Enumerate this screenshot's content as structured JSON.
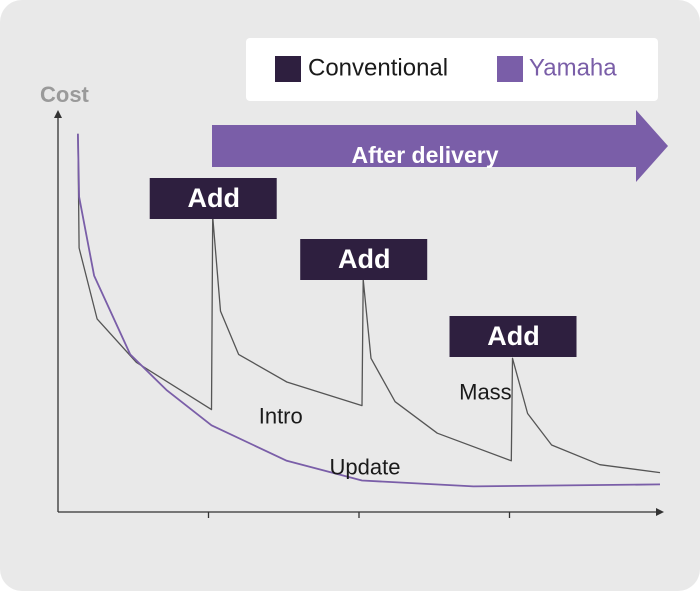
{
  "chart_data": {
    "type": "line",
    "ylabel": "Cost",
    "xlabel": "",
    "title": "",
    "legend": {
      "placement": "top-right",
      "entries": [
        {
          "label": "Conventional",
          "color": "#2e1f3f"
        },
        {
          "label": "Yamaha",
          "color": "#7a5ea8"
        }
      ]
    },
    "banner": {
      "label": "After delivery",
      "color": "#7a5ea8"
    },
    "x_range": [
      0,
      100
    ],
    "y_range": [
      0,
      100
    ],
    "x_ticks": [
      25,
      50,
      75
    ],
    "series": [
      {
        "name": "Conventional",
        "color": "#555555",
        "points": [
          [
            3.3,
            96
          ],
          [
            3.5,
            67
          ],
          [
            6.5,
            49
          ],
          [
            13,
            38
          ],
          [
            25.5,
            26
          ],
          [
            25.7,
            75
          ],
          [
            27,
            51
          ],
          [
            30,
            40
          ],
          [
            38,
            33
          ],
          [
            50.5,
            27
          ],
          [
            50.7,
            59
          ],
          [
            52,
            39
          ],
          [
            56,
            28
          ],
          [
            63,
            20
          ],
          [
            75.3,
            13
          ],
          [
            75.5,
            39
          ],
          [
            78,
            25
          ],
          [
            82,
            17
          ],
          [
            90,
            12
          ],
          [
            100,
            10
          ]
        ]
      },
      {
        "name": "Yamaha",
        "color": "#7a5ea8",
        "points": [
          [
            3.3,
            96
          ],
          [
            3.5,
            80
          ],
          [
            6,
            60
          ],
          [
            12,
            40
          ],
          [
            18,
            31
          ],
          [
            25.5,
            22
          ],
          [
            38,
            13
          ],
          [
            50.5,
            8
          ],
          [
            69,
            6.5
          ],
          [
            100,
            7
          ]
        ]
      }
    ],
    "annotations": [
      {
        "label": "Add",
        "x": 25.7,
        "y": 75
      },
      {
        "label": "Add",
        "x": 50.7,
        "y": 59
      },
      {
        "label": "Add",
        "x": 75.5,
        "y": 39
      },
      {
        "label": "Intro",
        "x": 37,
        "y": 24
      },
      {
        "label": "Update",
        "x": 51,
        "y": 11
      },
      {
        "label": "Mass",
        "x": 71,
        "y": 30
      }
    ]
  }
}
